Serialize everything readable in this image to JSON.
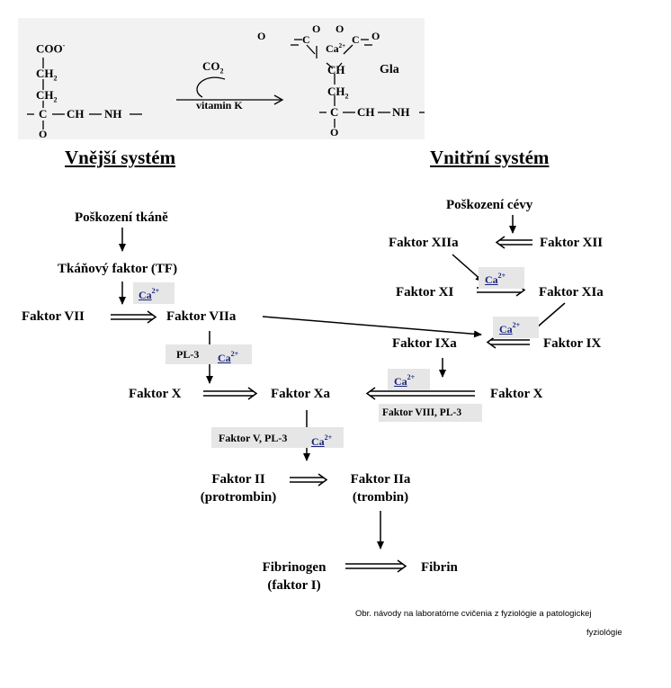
{
  "reaction": {
    "left_group": "COO",
    "left_group_charge": "-",
    "ch2": "CH",
    "sub2": "2",
    "backbone_c": "C",
    "backbone_ch": "CH",
    "backbone_nh": "NH",
    "oxygen": "O",
    "co2": "CO",
    "co2_sub": "2",
    "vitamin_label": "vitamin K",
    "ca": "Ca",
    "ca_charge": "2+",
    "ch": "CH",
    "gla": "Gla"
  },
  "headers": {
    "extrinsic": "Vnější systém",
    "intrinsic": "Vnitřní systém"
  },
  "nodes": {
    "tissue_damage": "Poškození tkáně",
    "tissue_factor": "Tkáňový faktor (TF)",
    "factor_vii": "Faktor VII",
    "factor_viia": "Faktor VIIa",
    "factor_x_left": "Faktor X",
    "factor_xa": "Faktor Xa",
    "vessel_damage": "Poškození cévy",
    "factor_xiia": "Faktor XIIa",
    "factor_xii": "Faktor XII",
    "factor_xi": "Faktor XI",
    "factor_xia": "Faktor XIa",
    "factor_ixa": "Faktor IXa",
    "factor_ix": "Faktor IX",
    "factor_x_right": "Faktor X",
    "factor_ii": "Faktor II",
    "protrombin": "(protrombin)",
    "factor_iia": "Faktor IIa",
    "trombin": "(trombin)",
    "fibrinogen": "Fibrinogen",
    "factor_i": "(faktor I)",
    "fibrin": "Fibrin"
  },
  "cofactors": {
    "ca": "Ca",
    "ca_charge": "2+",
    "pl3": "PL-3",
    "factor_v_pl3": "Faktor V, PL-3",
    "factor_viii_pl3": "Faktor VIII, PL-3"
  },
  "caption": {
    "line1": "Obr. návody na laboratórne cvičenia z fyziológie a patologickej",
    "line2": "fyziológie"
  }
}
